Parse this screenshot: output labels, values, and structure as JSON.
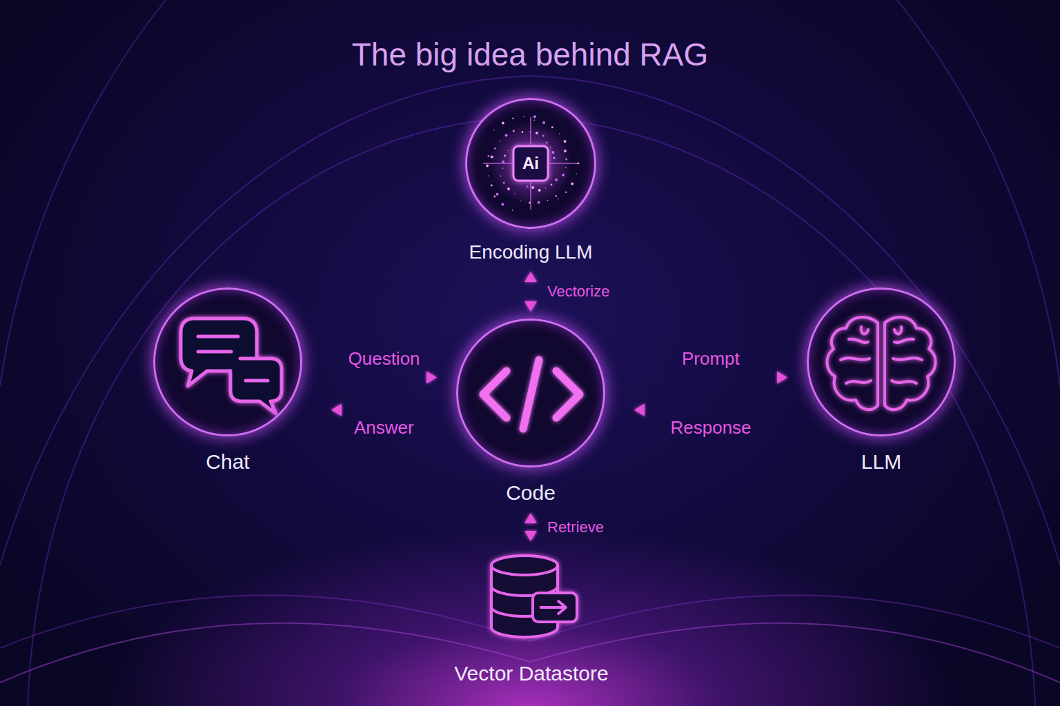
{
  "diagram": {
    "title": "The big idea behind RAG",
    "nodes": [
      {
        "text": [
          "Encoding LLM"
        ]
      },
      {
        "text": [
          "Chat"
        ]
      },
      {
        "text": [
          "Code"
        ]
      },
      {
        "text": [
          "LLM"
        ]
      },
      {
        "text": [
          "Vector Datastore"
        ]
      }
    ],
    "edges": [
      {
        "from": 1,
        "to": 2,
        "label": "Question",
        "arrow": "to"
      },
      {
        "from": 2,
        "to": 1,
        "label": "Answer",
        "arrow": "to"
      },
      {
        "from": 2,
        "to": 3,
        "label": "Prompt",
        "arrow": "to"
      },
      {
        "from": 3,
        "to": 2,
        "label": "Response",
        "arrow": "to"
      },
      {
        "from": 2,
        "to": 0,
        "label": "Vectorize",
        "arrow": "both"
      },
      {
        "from": 2,
        "to": 4,
        "label": "Retrieve",
        "arrow": "both"
      }
    ],
    "labels": [
      "Ai"
    ]
  }
}
